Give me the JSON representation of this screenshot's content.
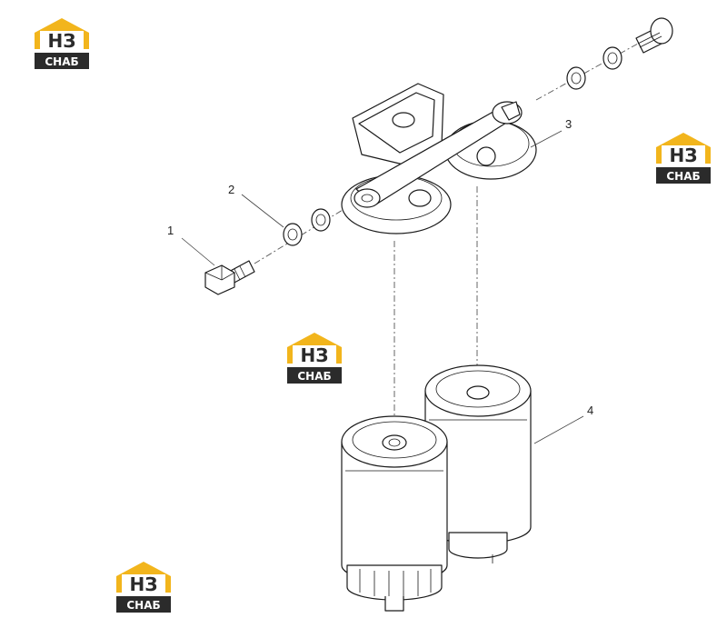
{
  "callouts": [
    {
      "id": "1",
      "label": "1"
    },
    {
      "id": "2",
      "label": "2"
    },
    {
      "id": "3",
      "label": "3"
    },
    {
      "id": "4",
      "label": "4"
    }
  ],
  "watermark": {
    "top_text": "НЗ",
    "bottom_text": "СНАБ",
    "color_yellow": "#f2b51c",
    "color_dark": "#2b2b2b"
  }
}
